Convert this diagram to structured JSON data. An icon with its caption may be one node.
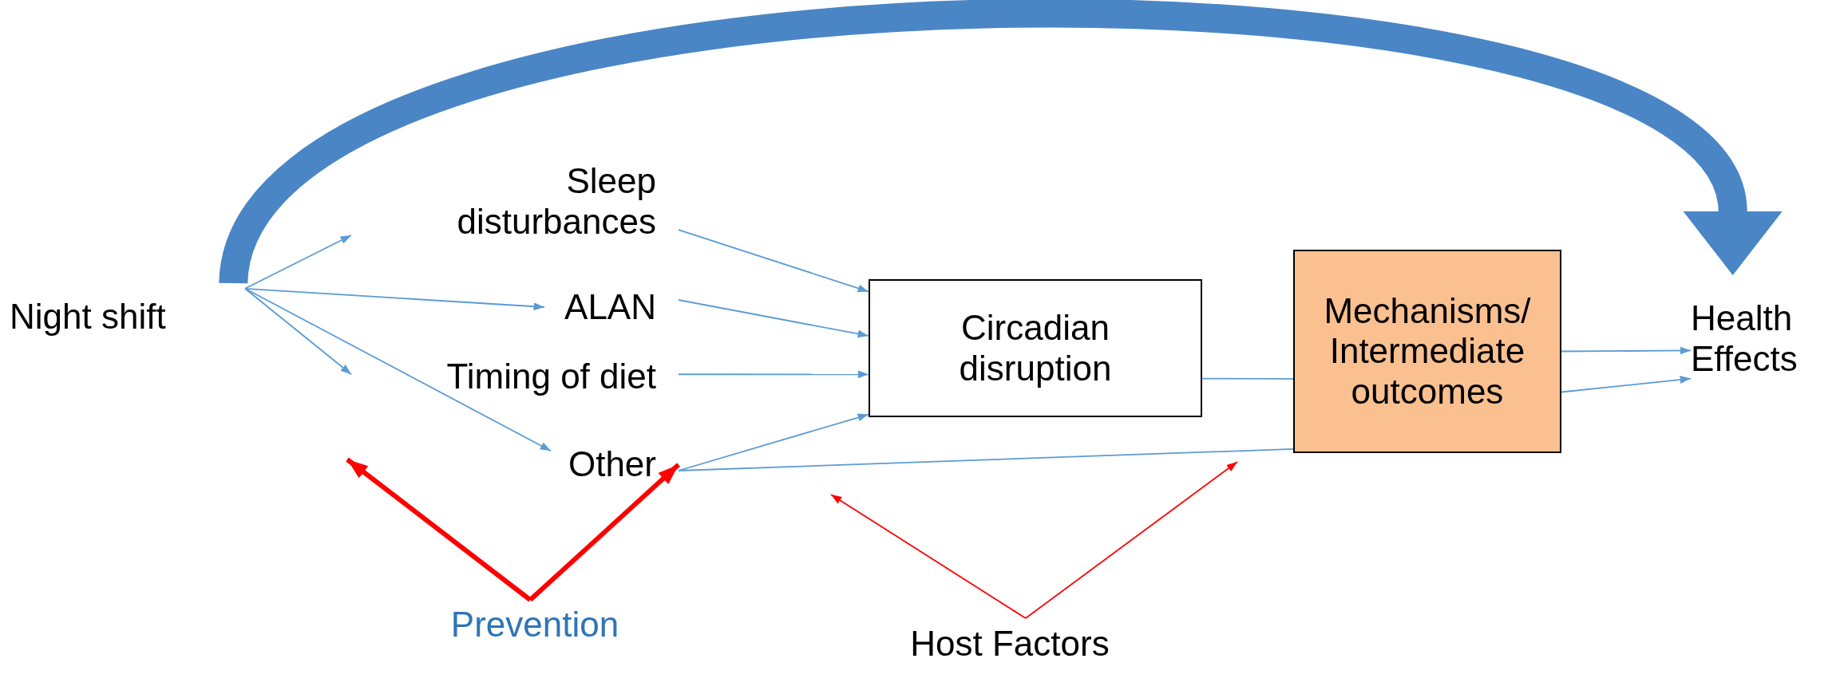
{
  "diagram": {
    "nodes": [
      {
        "text": [
          "Night shift"
        ]
      },
      {
        "text": [
          "Sleep disturbances"
        ]
      },
      {
        "text": [
          "ALAN"
        ]
      },
      {
        "text": [
          "Timing of diet"
        ]
      },
      {
        "text": [
          "Other"
        ]
      },
      {
        "text": [
          "Circadian disruption"
        ]
      },
      {
        "text": [
          "Mechanisms/ Intermediate outcomes"
        ]
      },
      {
        "text": [
          "Health Effects"
        ]
      },
      {
        "text": [
          "Prevention"
        ]
      },
      {
        "text": [
          "Host Factors"
        ]
      }
    ],
    "edges": [
      {
        "from": 0,
        "to": 1,
        "arrow": "to"
      },
      {
        "from": 0,
        "to": 2,
        "arrow": "to"
      },
      {
        "from": 0,
        "to": 3,
        "arrow": "to"
      },
      {
        "from": 0,
        "to": 4,
        "arrow": "to"
      },
      {
        "from": 1,
        "to": 5,
        "arrow": "to"
      },
      {
        "from": 2,
        "to": 5,
        "arrow": "to"
      },
      {
        "from": 3,
        "to": 5,
        "arrow": "to"
      },
      {
        "from": 4,
        "to": 5,
        "arrow": "to"
      },
      {
        "from": 5,
        "to": 6,
        "arrow": "none"
      },
      {
        "from": 6,
        "to": 7,
        "arrow": "to"
      },
      {
        "from": 4,
        "to": 6,
        "arrow": "none"
      },
      {
        "from": 0,
        "to": 7,
        "arrow": "to",
        "style": "thick",
        "color": "#4a86c5"
      },
      {
        "from": 8,
        "to": null,
        "arrow": "to",
        "style": "thick",
        "color": "#ff0000"
      },
      {
        "from": 8,
        "to": 4,
        "arrow": "to",
        "style": "thick",
        "color": "#ff0000"
      },
      {
        "from": 9,
        "to": null,
        "arrow": "to",
        "color": "#ff0000"
      },
      {
        "from": 9,
        "to": null,
        "arrow": "to",
        "color": "#ff0000"
      },
      {
        "from": 6,
        "to": 7,
        "arrow": "to"
      }
    ]
  }
}
